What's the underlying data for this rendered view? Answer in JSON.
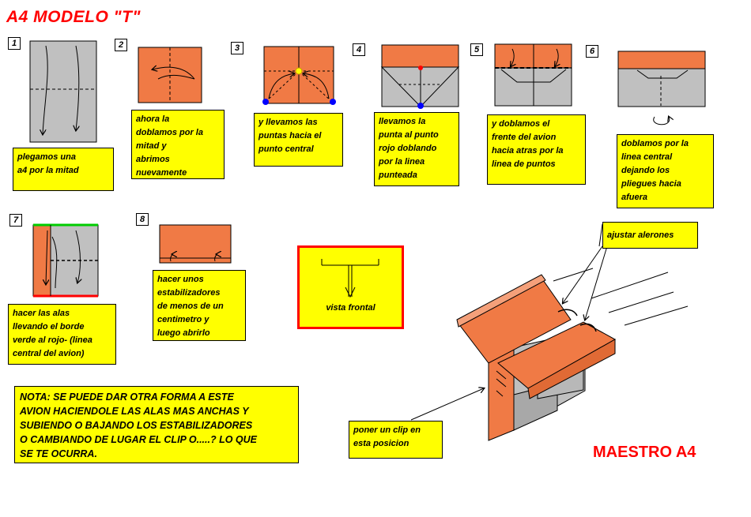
{
  "title": "A4 MODELO \"T\"",
  "steps": [
    "1",
    "2",
    "3",
    "4",
    "5",
    "6",
    "7",
    "8"
  ],
  "notes": {
    "step1": "plegamos una\na4 por la mitad",
    "step2": "ahora la\ndoblamos por la\nmitad y\nabrimos\nnuevamente",
    "step3": "y llevamos las\npuntas hacia el\npunto central",
    "step4": "llevamos la\npunta al punto\nrojo doblando\npor la linea\npunteada",
    "step5": "y doblamos el\nfrente del avion\nhacia atras por la\nlinea de puntos",
    "step6": "doblamos por la\nlinea central\ndejando los\npliegues hacia\nafuera",
    "step7": "hacer las alas\nllevando el borde\nverde al rojo- (linea\ncentral del avion)",
    "step8": "hacer unos\nestabilizadores\nde menos de un\ncentimetro y\nluego abrirlo",
    "ajustar": "ajustar alerones",
    "clip": "poner un clip en\nesta posicion"
  },
  "vista_frontal": "vista frontal",
  "nota": "NOTA: SE PUEDE DAR OTRA FORMA A ESTE\nAVION HACIENDOLE LAS ALAS MAS ANCHAS Y\nSUBIENDO O BAJANDO LOS ESTABILIZADORES\nO CAMBIANDO DE LUGAR EL CLIP O.....? LO QUE\nSE TE OCURRA.",
  "maestro": "MAESTRO A4",
  "colors": {
    "paper_orange": "#f07a45",
    "paper_gray": "#c0c0c0",
    "note_yellow": "#ffff00",
    "title_red": "#ff0000",
    "edge_green": "#00cc00",
    "edge_red": "#ff0000",
    "point_blue": "#0000ff",
    "point_yellow": "#ffff00"
  }
}
